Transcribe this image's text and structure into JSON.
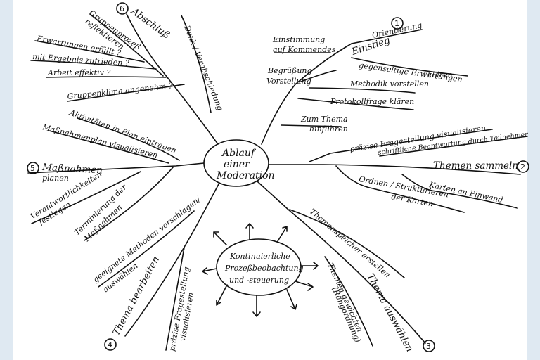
{
  "center": {
    "line1": "Ablauf",
    "line2": "einer",
    "line3": "Moderation"
  },
  "process": {
    "line1": "Kontinuierliche",
    "line2": "Prozeßbeobachtung",
    "line3": "und -steuerung"
  },
  "s1": {
    "num": "1",
    "title": "Einstieg",
    "orientierung": "Orientierung",
    "einst1": "Einstimmung",
    "einst2": "auf Kommendes",
    "begr1": "Begrüßung",
    "begr2": "Vorstellung",
    "erw1": "gegenseitige Erwartungen",
    "erw2": "klären",
    "methodik": "Methodik vorstellen",
    "protokoll": "Protokollfrage klären",
    "thema1": "Zum Thema",
    "thema2": "hinführen"
  },
  "s2": {
    "num": "2",
    "title": "Themen sammeln",
    "frage": "präzise Fragestellung visualisieren",
    "schrift": "schriftliche Beantwortung durch Teilnehmer",
    "karten": "Karten an Pinwand",
    "ordnen1": "Ordnen / Strukturieren",
    "ordnen2": "der Karten"
  },
  "s3": {
    "num": "3",
    "title": "Thema auswählen",
    "speicher": "Themenspeicher erstellen",
    "gew1": "Themen gewichten",
    "gew2": "(Rangordnung)"
  },
  "s4": {
    "num": "4",
    "title": "Thema bearbeiten",
    "methoden1": "geeignete Methoden vorschlagen/",
    "methoden2": "auswählen",
    "frage1": "präzise Fragestellung",
    "frage2": "visualisieren"
  },
  "s5": {
    "num": "5",
    "title": "Maßnahmen",
    "sub": "planen",
    "akt1": "Aktivitäten in Plan eintragen",
    "plan": "Maßnahmenplan visualisieren",
    "verant1": "Verantwortlichkeiten",
    "verant2": "festlegen",
    "term1": "Terminierung der",
    "term2": "Maßnahmen"
  },
  "s6": {
    "num": "6",
    "title": "Abschluß",
    "grp1": "Gruppenprozeß",
    "grp2": "reflektieren",
    "erw": "Erwartungen erfüllt ?",
    "erg": "mit Ergebnis zufrieden ?",
    "arb": "Arbeit effektiv ?",
    "klima": "Gruppenklima angenehm ?",
    "dank": "Dank / Verabschiedung"
  }
}
